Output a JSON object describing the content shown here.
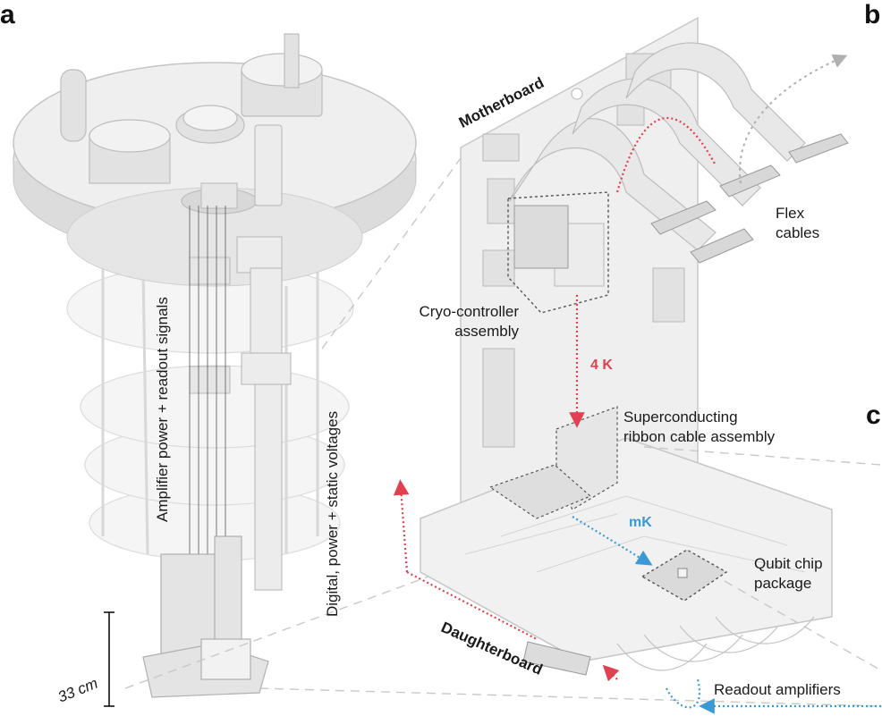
{
  "panels": {
    "a": "a",
    "b": "b",
    "c": "c"
  },
  "labels": {
    "motherboard": "Motherboard",
    "daughterboard": "Daughterboard",
    "flex_cables_line1": "Flex",
    "flex_cables_line2": "cables",
    "cryo_line1": "Cryo-controller",
    "cryo_line2": "assembly",
    "temp_4k": "4 K",
    "temp_mk": "mK",
    "ribbon_line1": "Superconducting",
    "ribbon_line2": "ribbon cable assembly",
    "qubit_line1": "Qubit chip",
    "qubit_line2": "package",
    "readout_amplifiers": "Readout amplifiers",
    "amp_power": "Amplifier power + readout signals",
    "digital_power": "Digital, power + static voltages",
    "scale": "33 cm"
  },
  "colors": {
    "hot_signal": "#e0404f",
    "cold_signal": "#3a9ad6",
    "grey_signal": "#b0b0b0",
    "hardware_fill": "#eeeeee",
    "hardware_stroke": "#bdbdbd"
  }
}
